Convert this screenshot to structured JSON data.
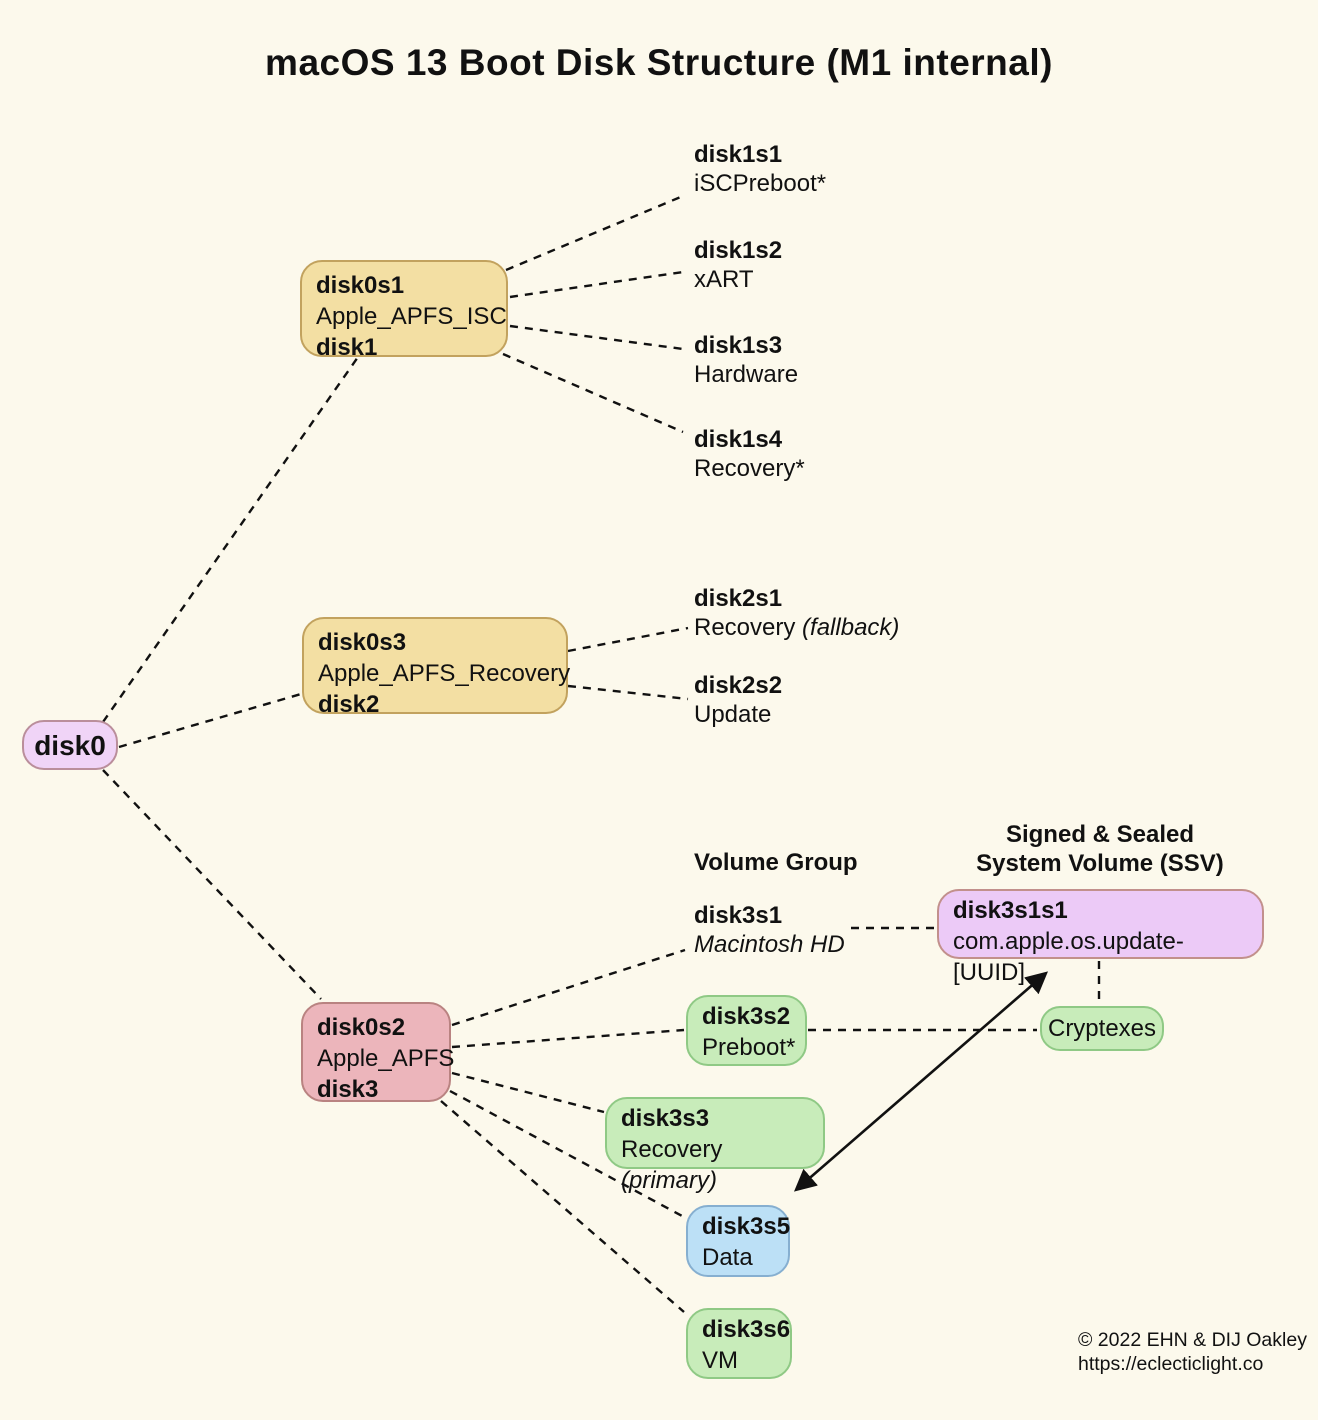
{
  "title": "macOS 13 Boot Disk Structure (M1 internal)",
  "colors": {
    "background": "#fcf9ec",
    "node_tan_fill": "#f3dfa3",
    "node_tan_border": "#c2a25e",
    "node_pink_fill": "#ecb5bb",
    "node_pink_border": "#b98381",
    "node_lavender_fill": "#f0d4f7",
    "node_lavender_border": "#ba8e9b",
    "node_violet_fill": "#eccaf7",
    "node_violet_border": "#c2908c",
    "node_green_fill": "#c8ecba",
    "node_green_border": "#8fc985",
    "node_blue_fill": "#bce0f6",
    "node_blue_border": "#86afd0",
    "line_color": "#111111",
    "text_color": "#111111"
  },
  "nodes": {
    "disk0": {
      "line1": "disk0"
    },
    "disk0s1": {
      "line1": "disk0s1",
      "line2": "Apple_APFS_ISC",
      "line3": "disk1"
    },
    "disk0s3": {
      "line1": "disk0s3",
      "line2": "Apple_APFS_Recovery",
      "line3": "disk2"
    },
    "disk0s2": {
      "line1": "disk0s2",
      "line2": "Apple_APFS",
      "line3": "disk3"
    },
    "disk3s1s1": {
      "line1": "disk3s1s1",
      "line2": "com.apple.os.update-[UUID]"
    },
    "disk3s2": {
      "line1": "disk3s2",
      "line2": "Preboot*"
    },
    "disk3s3": {
      "line1": "disk3s3",
      "line2": "Recovery",
      "line2_suffix": "(primary)"
    },
    "disk3s5": {
      "line1": "disk3s5",
      "line2": "Data"
    },
    "disk3s6": {
      "line1": "disk3s6",
      "line2": "VM"
    },
    "cryptexes": {
      "label": "Cryptexes"
    }
  },
  "labels": {
    "disk1s1": {
      "name": "disk1s1",
      "desc": "iSCPreboot*"
    },
    "disk1s2": {
      "name": "disk1s2",
      "desc": "xART"
    },
    "disk1s3": {
      "name": "disk1s3",
      "desc": "Hardware"
    },
    "disk1s4": {
      "name": "disk1s4",
      "desc": "Recovery*"
    },
    "disk2s1": {
      "name": "disk2s1",
      "desc": "Recovery ",
      "desc_suffix": "(fallback)"
    },
    "disk2s2": {
      "name": "disk2s2",
      "desc": "Update"
    },
    "disk3s1": {
      "name": "disk3s1",
      "desc": "Macintosh HD"
    }
  },
  "headers": {
    "volume_group": "Volume Group",
    "ssv_line1": "Signed & Sealed",
    "ssv_line2": "System Volume (SSV)"
  },
  "footer": {
    "copyright": "© 2022 EHN & DIJ Oakley",
    "url": "https://eclecticlight.co"
  }
}
